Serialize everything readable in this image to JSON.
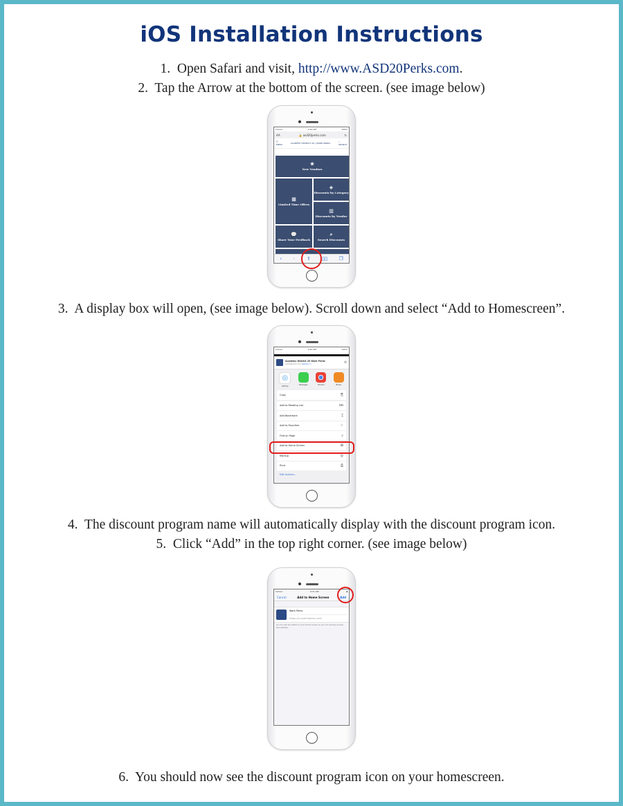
{
  "page": {
    "title": "iOS Installation Instructions",
    "border_color": "#5bb8c8",
    "title_color": "#12357a",
    "highlight_color": "#e21c1c"
  },
  "steps": [
    {
      "number": "1.",
      "text": "Open Safari and visit, ",
      "link": "http://www.ASD20Perks.com",
      "suffix": "."
    },
    {
      "number": "2.",
      "text": "Tap the Arrow at the bottom of the screen. (see image below)"
    },
    {
      "number": "3.",
      "text": "A display box will open, (see image below).  Scroll down and select “Add to Homescreen”."
    },
    {
      "number": "4.",
      "text": "The discount program name will automatically display with the discount program icon."
    },
    {
      "number": "5.",
      "text": "Click “Add” in the top right corner. (see image below)"
    },
    {
      "number": "6.",
      "text": "You should now see the discount program icon on your homescreen."
    }
  ],
  "phone1": {
    "status": {
      "carrier": "Carrier",
      "time": "9:41 AM",
      "battery": "100%"
    },
    "url_bar": {
      "text_size": "AA",
      "domain": "asd20perks.com",
      "reload_icon": "reload-icon"
    },
    "header": {
      "menu_label": "MENU",
      "logo": "ACADEMY DISTRICT 20 | WORK PERKS",
      "search_label": "SEARCH"
    },
    "tiles": [
      {
        "label": "New Vendors",
        "icon": "star-icon"
      },
      {
        "label": "Limited Time Offers",
        "icon": "calendar-icon"
      },
      {
        "label": "Discounts by Category",
        "icon": "tag-icon"
      },
      {
        "label": "Discounts by Vendor",
        "icon": "building-icon"
      },
      {
        "label": "Share Your Feedback",
        "icon": "chat-icon"
      },
      {
        "label": "Search Discounts",
        "icon": "search-icon"
      }
    ],
    "toolbar": [
      "back-icon",
      "forward-icon",
      "share-icon",
      "bookmarks-icon",
      "tabs-icon"
    ]
  },
  "phone2": {
    "status": {
      "carrier": "Carrier",
      "time": "9:41 AM",
      "battery": "100%"
    },
    "sheet_header": {
      "title": "Academy District 20 Work Perks",
      "subtitle": "asd20perks.com",
      "options": "Options >"
    },
    "apps": [
      {
        "label": "AirDrop",
        "color": "#4aa3e8"
      },
      {
        "label": "Messages",
        "color": "#3ccf4e"
      },
      {
        "label": "Chrome",
        "color": "#e94235"
      },
      {
        "label": "Books",
        "color": "#f08a24"
      }
    ],
    "copy": {
      "label": "Copy",
      "icon": "copy-icon"
    },
    "actions": [
      {
        "label": "Add to Reading List",
        "icon": "glasses-icon",
        "glyph": "oo"
      },
      {
        "label": "Add Bookmark",
        "icon": "book-icon",
        "glyph": "⌶"
      },
      {
        "label": "Add to Favorites",
        "icon": "star-outline-icon",
        "glyph": "☆"
      },
      {
        "label": "Find on Page",
        "icon": "search-icon",
        "glyph": "⌕"
      },
      {
        "label": "Add to Home Screen",
        "icon": "add-square-icon",
        "glyph": "⊞"
      },
      {
        "label": "Markup",
        "icon": "markup-icon",
        "glyph": "◎"
      },
      {
        "label": "Print",
        "icon": "print-icon",
        "glyph": "⎙"
      }
    ],
    "edit_actions": "Edit Actions..."
  },
  "phone3": {
    "status": {
      "carrier": "Carrier",
      "time": "9:41 AM"
    },
    "nav": {
      "cancel": "Cancel",
      "title": "Add to Home Screen",
      "add": "Add"
    },
    "form": {
      "name": "Work Perks",
      "url": "https://m.asd20perks.com/"
    },
    "note": "An icon will be added to your home screen so you can quickly access this website."
  }
}
